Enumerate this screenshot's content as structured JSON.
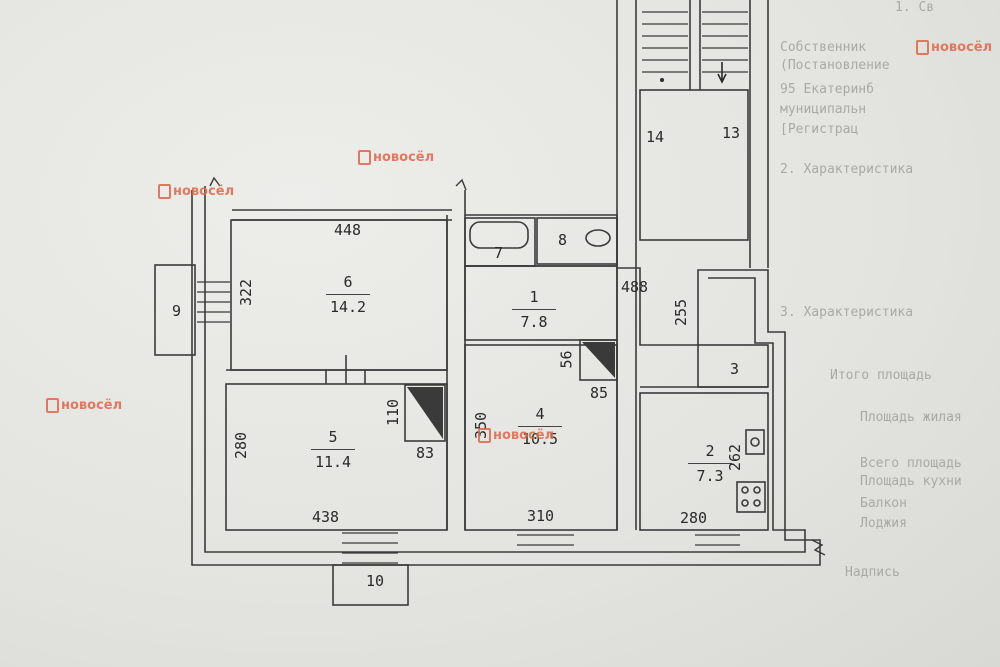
{
  "rooms": [
    {
      "number": "1",
      "area": "7.8"
    },
    {
      "number": "2",
      "area": "7.3"
    },
    {
      "number": "4",
      "area": "10.5"
    },
    {
      "number": "5",
      "area": "11.4"
    },
    {
      "number": "6",
      "area": "14.2"
    }
  ],
  "room_numbers": [
    "3",
    "7",
    "8",
    "9",
    "10",
    "13",
    "14"
  ],
  "dimensions": [
    "448",
    "322",
    "488",
    "255",
    "56",
    "85",
    "110",
    "83",
    "280",
    "350",
    "262",
    "438",
    "310",
    "280"
  ],
  "watermark": {
    "brand": "новосёл",
    "color": "#e0664a"
  },
  "faded_text": [
    "1. Св",
    "Собственник",
    "(Постановление",
    "95 Екатеринб",
    "муниципальн",
    "[Регистрац",
    "2. Характеристика",
    "3. Характеристика",
    "Итого площадь",
    "Площадь жилая",
    "Всего площадь",
    "Площадь кухни",
    "Балкон",
    "Лоджия",
    "Надпись"
  ]
}
